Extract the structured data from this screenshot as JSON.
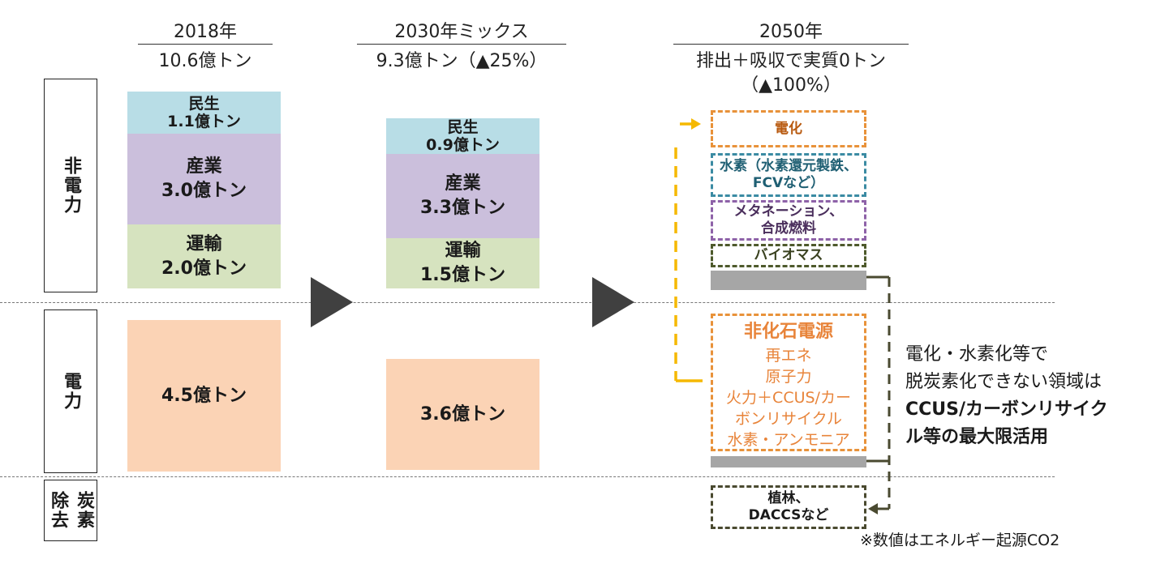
{
  "columns": {
    "y2018": {
      "year": "2018年",
      "total": "10.6億トン"
    },
    "y2030": {
      "year": "2030年ミックス",
      "total": "9.3億トン（▲25%）"
    },
    "y2050": {
      "year": "2050年",
      "total_line1": "排出＋吸収で実質0トン",
      "total_line2": "（▲100%）"
    }
  },
  "row_labels": {
    "non_power": "非電力",
    "power": "電力",
    "removal_col1": "炭素",
    "removal_col2": "除去"
  },
  "bars_2018": {
    "residential": {
      "name": "民生",
      "value": "1.1億トン",
      "amount": 1.1
    },
    "industry": {
      "name": "産業",
      "value": "3.0億トン",
      "amount": 3.0
    },
    "transport": {
      "name": "運輸",
      "value": "2.0億トン",
      "amount": 2.0
    },
    "power": {
      "value": "4.5億トン",
      "amount": 4.5
    }
  },
  "bars_2030": {
    "residential": {
      "name": "民生",
      "value": "0.9億トン",
      "amount": 0.9
    },
    "industry": {
      "name": "産業",
      "value": "3.3億トン",
      "amount": 3.3
    },
    "transport": {
      "name": "運輸",
      "value": "1.5億トン",
      "amount": 1.5
    },
    "power": {
      "value": "3.6億トン",
      "amount": 3.6
    }
  },
  "boxes_2050": {
    "electrification": "電化",
    "hydrogen_line1": "水素（水素還元製鉄、",
    "hydrogen_line2": "FCVなど）",
    "methanation_line1": "メタネーション、",
    "methanation_line2": "合成燃料",
    "biomass": "バイオマス",
    "nonfossil_title": "非化石電源",
    "nonfossil_items": [
      "再エネ",
      "原子力",
      "火力＋CCUS/カー",
      "ボンリサイクル",
      "水素・アンモニア"
    ],
    "removal_line1": "植林、",
    "removal_line2": "DACCSなど"
  },
  "side_note": {
    "line1": "電化・水素化等で",
    "line2": "脱炭素化できない領域は",
    "line3": "CCUS/カーボンリサイク",
    "line4": "ル等の最大限活用"
  },
  "footnote": "※数値はエネルギー起源CO2",
  "colors": {
    "residential": "#b8dde6",
    "industry": "#cbbfdc",
    "transport": "#d6e3bf",
    "power": "#fbd3b5",
    "electrification": "#e8923a",
    "hydrogen": "#3b8ba3",
    "methanation": "#8e62a8",
    "biomass": "#4e5a2c",
    "removal": "#4a4a30",
    "arrow_yellow": "#f5b800",
    "gray_bar": "#a6a6a6",
    "triangle": "#404040"
  }
}
